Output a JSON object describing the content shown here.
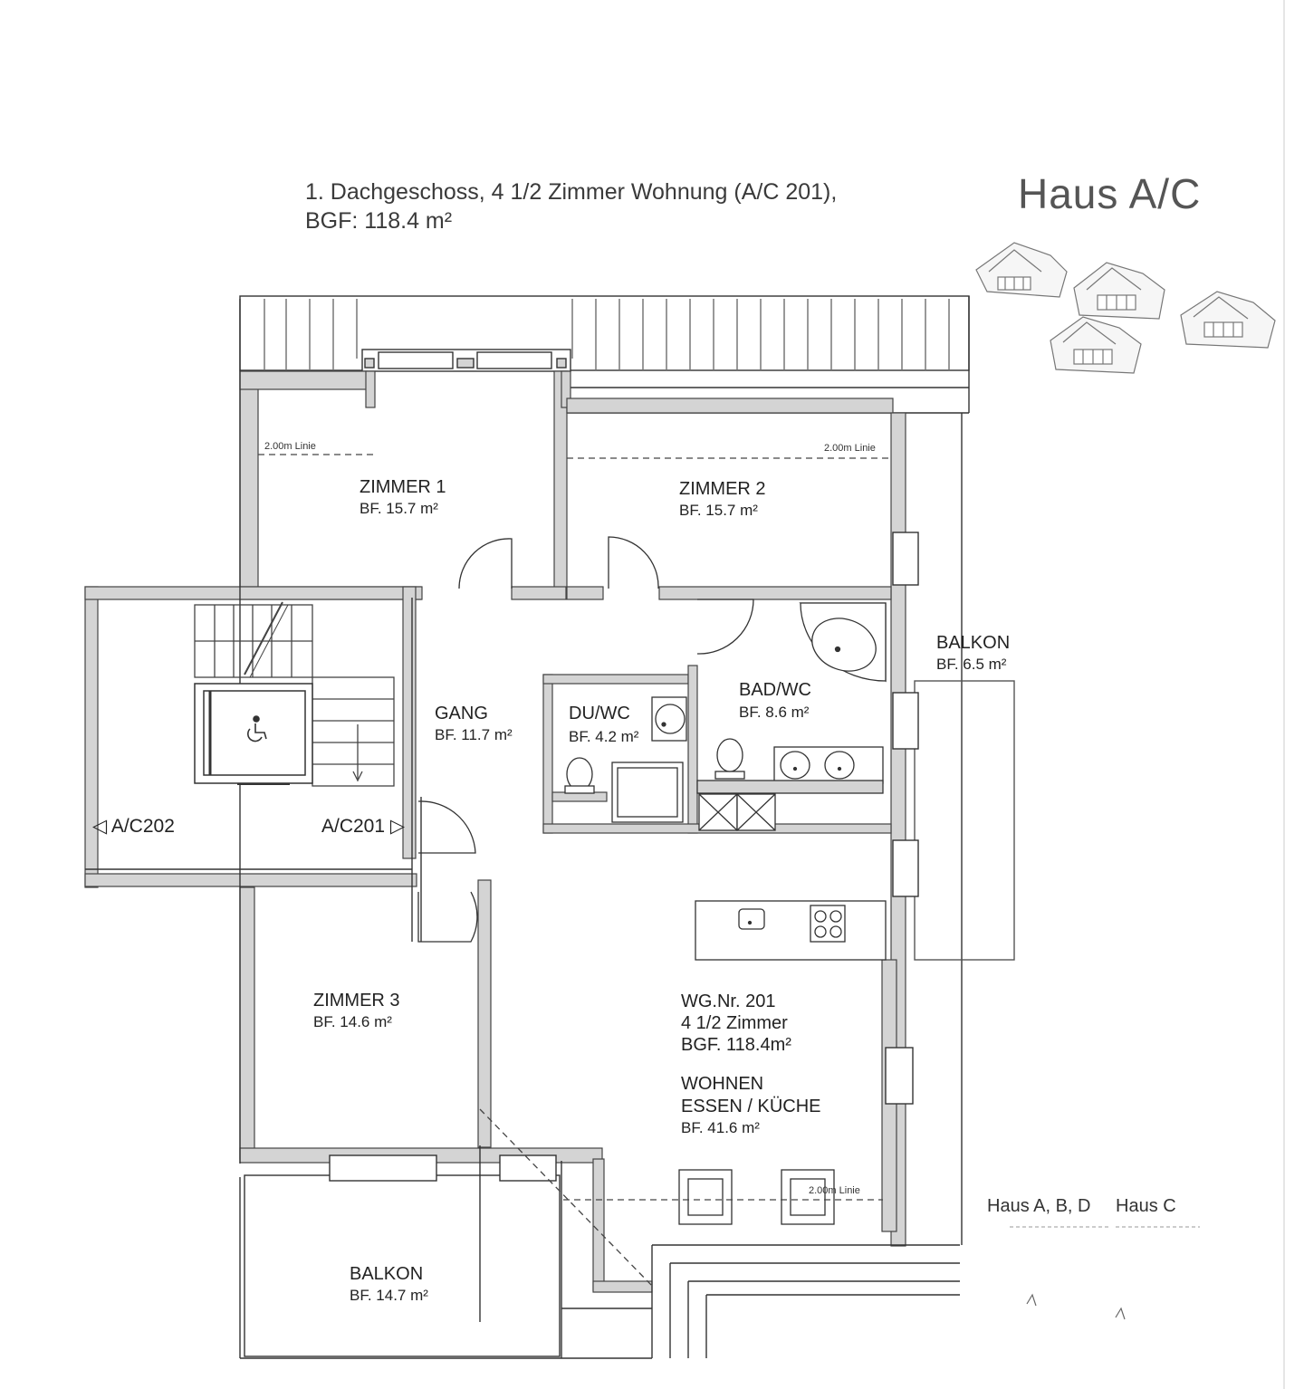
{
  "header": {
    "title_line1": "1. Dachgeschoss, 4 1/2 Zimmer Wohnung (A/C 201),",
    "title_line2": "BGF: 118.4 m²",
    "haus": "Haus A/C"
  },
  "rooms": {
    "zimmer1": {
      "name": "ZIMMER  1",
      "area": "BF.    15.7 m²"
    },
    "zimmer2": {
      "name": "ZIMMER  2",
      "area": "BF.    15.7 m²"
    },
    "zimmer3": {
      "name": "ZIMMER  3",
      "area": "BF.    14.6 m²"
    },
    "gang": {
      "name": "GANG",
      "area": "BF.    11.7 m²"
    },
    "duwc": {
      "name": "DU/WC",
      "area": "BF.      4.2 m²"
    },
    "badwc": {
      "name": "BAD/WC",
      "area": "BF.      8.6 m²"
    },
    "balkon_east": {
      "name": "BALKON",
      "area": "BF.    6.5 m²"
    },
    "balkon_south": {
      "name": "BALKON",
      "area": "BF.    14.7 m²"
    },
    "wohnen": {
      "wg": "WG.Nr.    201",
      "rooms": "4 1/2   Zimmer",
      "bgf": "BGF.  118.4m²",
      "name1": "WOHNEN",
      "name2": "ESSEN / KÜCHE",
      "area": "BF.          41.6 m²"
    }
  },
  "markers": {
    "left": "◁ A/C202",
    "right": "A/C201 ▷"
  },
  "linie_labels": [
    "2.00m Linie",
    "2.00m Linie",
    "2.00m Linie"
  ],
  "legend": {
    "abd": "Haus A, B, D",
    "c": "Haus C"
  },
  "icons": [
    "wheelchair-icon",
    "bathtub-icon",
    "toilet-icon",
    "sink-icon",
    "shower-icon",
    "cooktop-icon",
    "north-arrow-icon"
  ]
}
